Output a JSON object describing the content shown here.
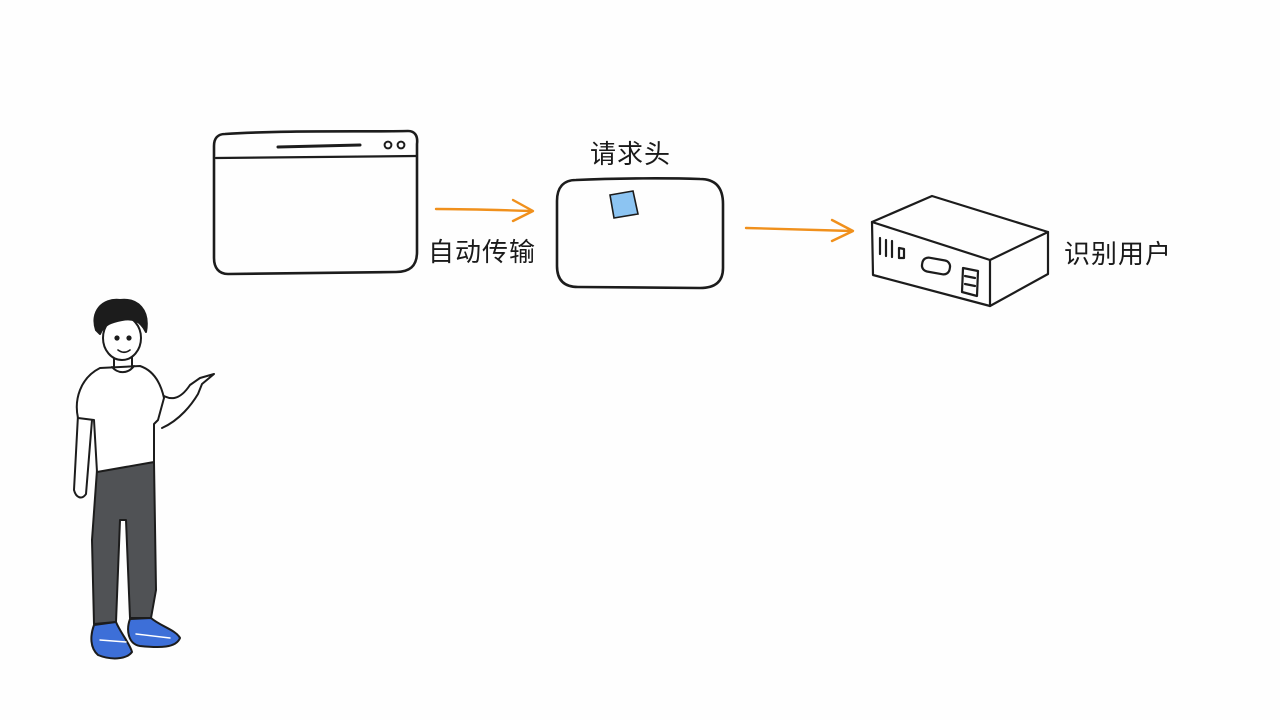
{
  "labels": {
    "request_header": "请求头",
    "auto_transfer": "自动传输",
    "identify_user": "识别用户"
  },
  "colors": {
    "arrow": "#f0901c",
    "header_chip": "#8cc4f2",
    "shoe": "#3d6fd8",
    "pants": "#505255",
    "stroke": "#1c1c1c"
  },
  "icons": [
    "browser-window-icon",
    "request-box-icon",
    "server-icon",
    "person-figure"
  ]
}
